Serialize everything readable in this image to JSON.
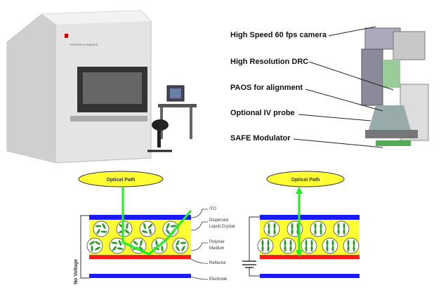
{
  "machine_photo": {
    "logo": "PHOTON DYNAMICS"
  },
  "module_callouts": [
    "High Speed 60 fps camera",
    "High Resolution DRC",
    "PAOS for alignment",
    "Optional IV probe",
    "SAFE Modulator"
  ],
  "left_cell": {
    "optical_path": "Optical Path",
    "state": "No Voltage",
    "labels": {
      "ito": "ITO",
      "dlc_1": "Dispersed",
      "dlc_2": "Liquid Crystal",
      "poly_1": "Polymer",
      "poly_2": "Medium",
      "reflector": "Reflector",
      "electrode": "Electrode"
    }
  },
  "right_cell": {
    "optical_path": "Optical Path"
  },
  "colors": {
    "electrode": "#1a1aff",
    "lc_layer": "#ffff33",
    "reflector": "#ff1a1a",
    "beam": "#22dd22",
    "droplet": "#2a9a2a"
  }
}
